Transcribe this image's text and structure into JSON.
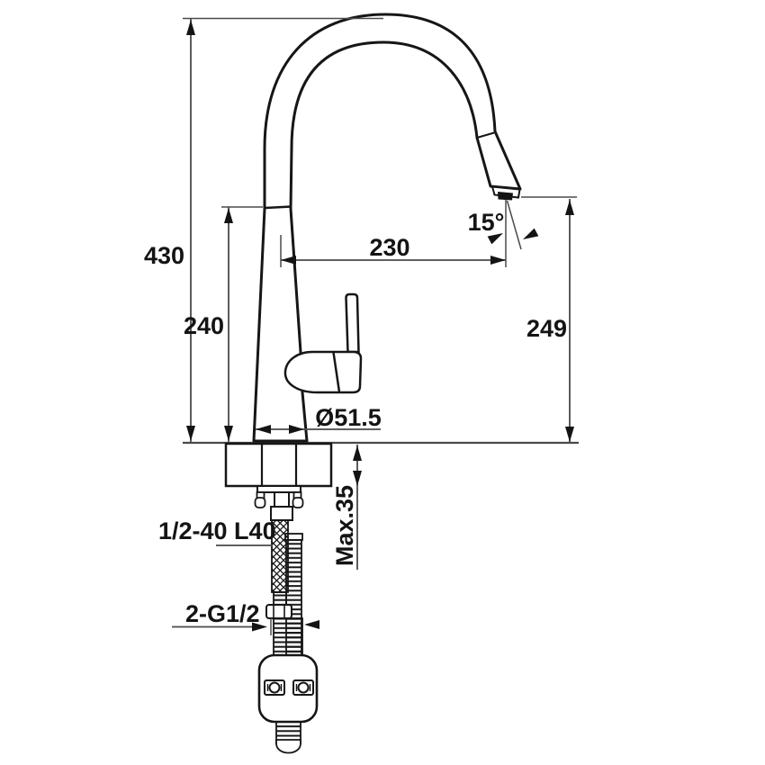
{
  "drawing": {
    "type": "technical-dimension-drawing",
    "subject": "pull-down kitchen faucet",
    "colors": {
      "background": "#ffffff",
      "outline": "#161616",
      "dimension_lines": "#4a4a4a",
      "text": "#141414"
    },
    "dimensions": {
      "total_height": "430",
      "height_to_joint": "240",
      "spout_reach": "230",
      "spray_angle": "15°",
      "outlet_height": "249",
      "base_diameter": "Ø51.5",
      "max_counter_thickness": "Max.35"
    },
    "labels": {
      "hose_spec": "1/2-40 L40",
      "connector_spec": "2-G1/2"
    }
  }
}
